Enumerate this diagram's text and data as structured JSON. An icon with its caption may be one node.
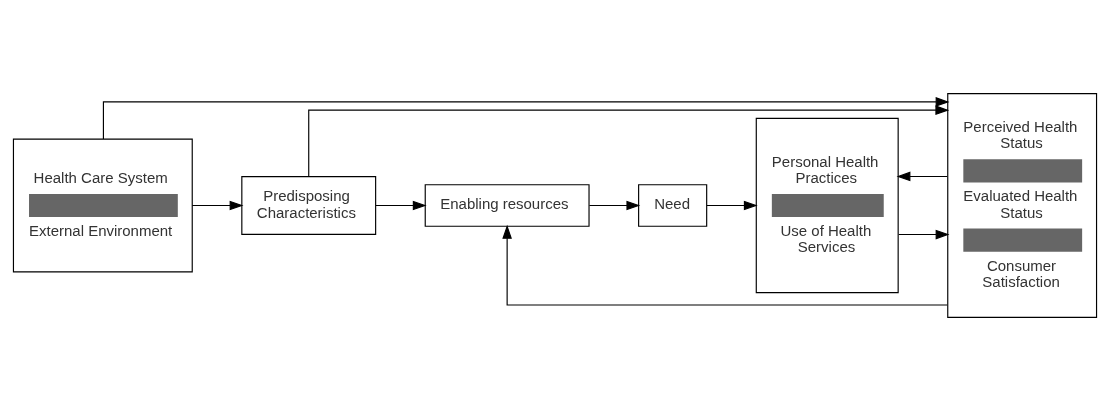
{
  "diagram": {
    "nodes": [
      {
        "text": [
          "Health Care System",
          "External Environment"
        ]
      },
      {
        "text": [
          "Predisposing Characteristics"
        ]
      },
      {
        "text": [
          "Enabling resources"
        ]
      },
      {
        "text": [
          "Need"
        ]
      },
      {
        "text": [
          "Personal Health Practices",
          "Use of Health Services"
        ]
      },
      {
        "text": [
          "Perceived Health Status",
          "Evaluated Health Status",
          "Consumer Satisfaction"
        ]
      }
    ],
    "edges": [
      {
        "from": 0,
        "to": 1,
        "arrow": "to"
      },
      {
        "from": 1,
        "to": 2,
        "arrow": "to"
      },
      {
        "from": 2,
        "to": 3,
        "arrow": "to"
      },
      {
        "from": 3,
        "to": 4,
        "arrow": "to"
      },
      {
        "from": 4,
        "to": 5,
        "arrow": "to"
      },
      {
        "from": 5,
        "to": 2,
        "arrow": "to"
      },
      {
        "from": 5,
        "to": 4,
        "arrow": "to"
      },
      {
        "from": 1,
        "to": 5,
        "arrow": "to"
      },
      {
        "from": 0,
        "to": 5,
        "arrow": "to"
      }
    ]
  }
}
